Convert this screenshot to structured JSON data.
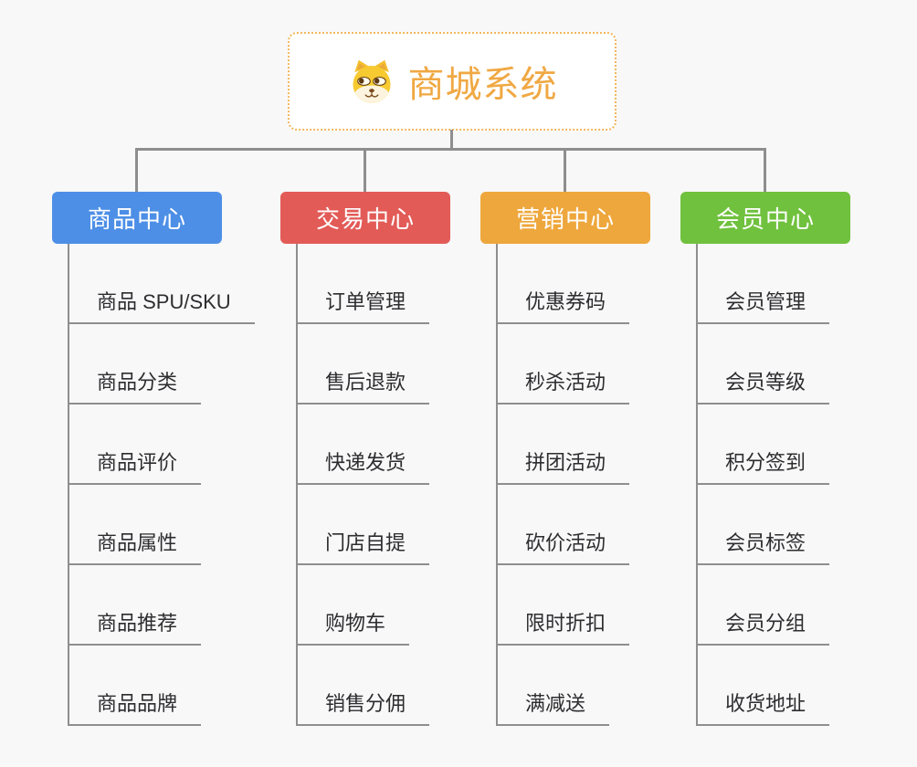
{
  "root": {
    "title": "商城系统",
    "icon": "shiba-dog-icon",
    "border_color": "#f2b75b",
    "text_color": "#f0a843"
  },
  "connector_color": "#8e8e8e",
  "branches": [
    {
      "label": "商品中心",
      "color": "#4d8fe6",
      "children": [
        "商品 SPU/SKU",
        "商品分类",
        "商品评价",
        "商品属性",
        "商品推荐",
        "商品品牌"
      ]
    },
    {
      "label": "交易中心",
      "color": "#e25b57",
      "children": [
        "订单管理",
        "售后退款",
        "快递发货",
        "门店自提",
        "购物车",
        "销售分佣"
      ]
    },
    {
      "label": "营销中心",
      "color": "#eea73c",
      "children": [
        "优惠券码",
        "秒杀活动",
        "拼团活动",
        "砍价活动",
        "限时折扣",
        "满减送"
      ]
    },
    {
      "label": "会员中心",
      "color": "#70c13e",
      "children": [
        "会员管理",
        "会员等级",
        "积分签到",
        "会员标签",
        "会员分组",
        "收货地址"
      ]
    }
  ]
}
